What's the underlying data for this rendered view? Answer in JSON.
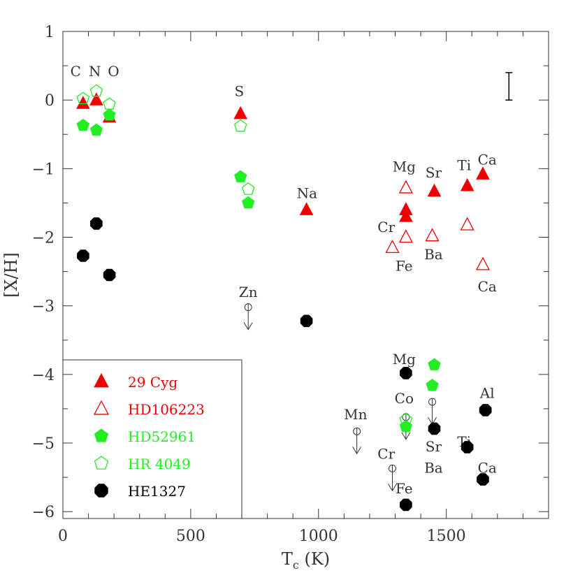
{
  "chart_data": {
    "type": "scatter",
    "xlabel": "T",
    "xlabel_subscript": "c",
    "xlabel_unit": " (K)",
    "ylabel": "[X/H]",
    "xlim": [
      0,
      1900
    ],
    "ylim": [
      -6.1,
      1
    ],
    "x_ticks": [
      0,
      500,
      1000,
      1500
    ],
    "y_ticks": [
      1,
      0,
      -1,
      -2,
      -3,
      -4,
      -5,
      -6
    ],
    "legend_position": "bottom-left",
    "colors": {
      "red": "#ee0000",
      "green": "#22ee22",
      "black": "#000000"
    },
    "series": [
      {
        "name": "29 Cyg",
        "marker": "triangle-filled",
        "color": "#ee0000",
        "points": [
          [
            79,
            -0.05
          ],
          [
            131,
            0.0
          ],
          [
            182,
            -0.25
          ],
          [
            695,
            -0.2
          ],
          [
            953,
            -1.6
          ],
          [
            1342,
            -1.6
          ],
          [
            1342,
            -1.7
          ],
          [
            1453,
            -1.33
          ],
          [
            1582,
            -1.25
          ],
          [
            1643,
            -1.08
          ]
        ]
      },
      {
        "name": "HD106223",
        "marker": "triangle-open",
        "color": "#ee0000",
        "points": [
          [
            1342,
            -1.28
          ],
          [
            1289,
            -2.15
          ],
          [
            1342,
            -2.0
          ],
          [
            1445,
            -1.98
          ],
          [
            1582,
            -1.82
          ],
          [
            1643,
            -2.4
          ]
        ]
      },
      {
        "name": "HD52961",
        "marker": "pentagon-filled",
        "color": "#22ee22",
        "points": [
          [
            79,
            -0.37
          ],
          [
            131,
            -0.44
          ],
          [
            182,
            -0.22
          ],
          [
            695,
            -1.12
          ],
          [
            725,
            -1.5
          ],
          [
            1453,
            -3.86
          ],
          [
            1445,
            -4.16
          ],
          [
            1342,
            -4.76
          ]
        ]
      },
      {
        "name": "HR 4049",
        "marker": "pentagon-open",
        "color": "#22ee22",
        "points": [
          [
            79,
            0.02
          ],
          [
            131,
            0.13
          ],
          [
            182,
            -0.06
          ],
          [
            695,
            -0.38
          ],
          [
            725,
            -1.3
          ],
          [
            1342,
            -4.66
          ]
        ]
      },
      {
        "name": "HE1327",
        "marker": "circle-filled",
        "color": "#000000",
        "points": [
          [
            79,
            -2.27
          ],
          [
            131,
            -1.8
          ],
          [
            182,
            -2.55
          ],
          [
            953,
            -3.22
          ],
          [
            1342,
            -3.98
          ],
          [
            1453,
            -4.79
          ],
          [
            1582,
            -5.06
          ],
          [
            1653,
            -4.52
          ],
          [
            1643,
            -5.53
          ],
          [
            1342,
            -5.9
          ]
        ]
      }
    ],
    "upper_limits": [
      {
        "x": 725,
        "y": -3.02
      },
      {
        "x": 1150,
        "y": -4.83
      },
      {
        "x": 1289,
        "y": -5.37
      },
      {
        "x": 1342,
        "y": -4.62
      },
      {
        "x": 1445,
        "y": -4.4
      }
    ],
    "error_bar": {
      "x": 1745,
      "y_top": 0.4,
      "y_bottom": 0.0
    },
    "element_labels": [
      {
        "text": "C",
        "x": 50,
        "y": 0.42
      },
      {
        "text": "N",
        "x": 125,
        "y": 0.42
      },
      {
        "text": "O",
        "x": 198,
        "y": 0.42
      },
      {
        "text": "S",
        "x": 690,
        "y": 0.13
      },
      {
        "text": "Na",
        "x": 955,
        "y": -1.36
      },
      {
        "text": "Mg",
        "x": 1335,
        "y": -0.97
      },
      {
        "text": "Sr",
        "x": 1450,
        "y": -1.06
      },
      {
        "text": "Ti",
        "x": 1570,
        "y": -0.95
      },
      {
        "text": "Ca",
        "x": 1660,
        "y": -0.87
      },
      {
        "text": "Cr",
        "x": 1265,
        "y": -1.85
      },
      {
        "text": "Fe",
        "x": 1335,
        "y": -2.42
      },
      {
        "text": "Ba",
        "x": 1450,
        "y": -2.25
      },
      {
        "text": "Ca",
        "x": 1660,
        "y": -2.72
      },
      {
        "text": "Zn",
        "x": 725,
        "y": -2.8
      },
      {
        "text": "Mg",
        "x": 1335,
        "y": -3.78
      },
      {
        "text": "Co",
        "x": 1335,
        "y": -4.35
      },
      {
        "text": "Mn",
        "x": 1145,
        "y": -4.58
      },
      {
        "text": "Al",
        "x": 1660,
        "y": -4.27
      },
      {
        "text": "Ti",
        "x": 1570,
        "y": -4.98
      },
      {
        "text": "Sr",
        "x": 1450,
        "y": -5.05
      },
      {
        "text": "Ba",
        "x": 1450,
        "y": -5.36
      },
      {
        "text": "Ca",
        "x": 1660,
        "y": -5.36
      },
      {
        "text": "Cr",
        "x": 1265,
        "y": -5.16
      },
      {
        "text": "Fe",
        "x": 1335,
        "y": -5.66
      }
    ]
  }
}
